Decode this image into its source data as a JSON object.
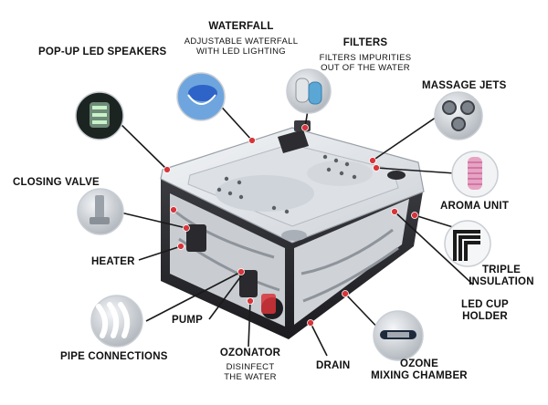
{
  "labels": {
    "waterfall": "WATERFALL",
    "waterfall_desc_1": "ADJUSTABLE WATERFALL",
    "waterfall_desc_2": "WITH LED LIGHTING",
    "filters": "FILTERS",
    "filters_desc_1": "FILTERS IMPURITIES",
    "filters_desc_2": "OUT OF THE WATER",
    "speakers": "POP-UP LED SPEAKERS",
    "massage_jets": "MASSAGE JETS",
    "closing_valve": "CLOSING VALVE",
    "aroma_unit": "AROMA UNIT",
    "heater": "HEATER",
    "triple_insulation_1": "TRIPLE",
    "triple_insulation_2": "INSULATION",
    "led_cup_holder_1": "LED CUP",
    "led_cup_holder_2": "HOLDER",
    "pump": "PUMP",
    "pipe_connections": "PIPE CONNECTIONS",
    "ozonator": "OZONATOR",
    "ozonator_desc_1": "DISINFECT",
    "ozonator_desc_2": "THE WATER",
    "drain": "DRAIN",
    "ozone_1": "OZONE",
    "ozone_2": "MIXING CHAMBER"
  },
  "colors": {
    "marker": "#d8343a",
    "shell": "#e9ecef",
    "cabinet": "#2c2c30",
    "text": "#111111"
  },
  "icons": [
    "speaker-photo",
    "waterfall-photo",
    "filter-photo",
    "jets-photo",
    "aroma-photo",
    "valve-photo",
    "insulation-photo",
    "pipes-photo",
    "ozone-photo"
  ]
}
